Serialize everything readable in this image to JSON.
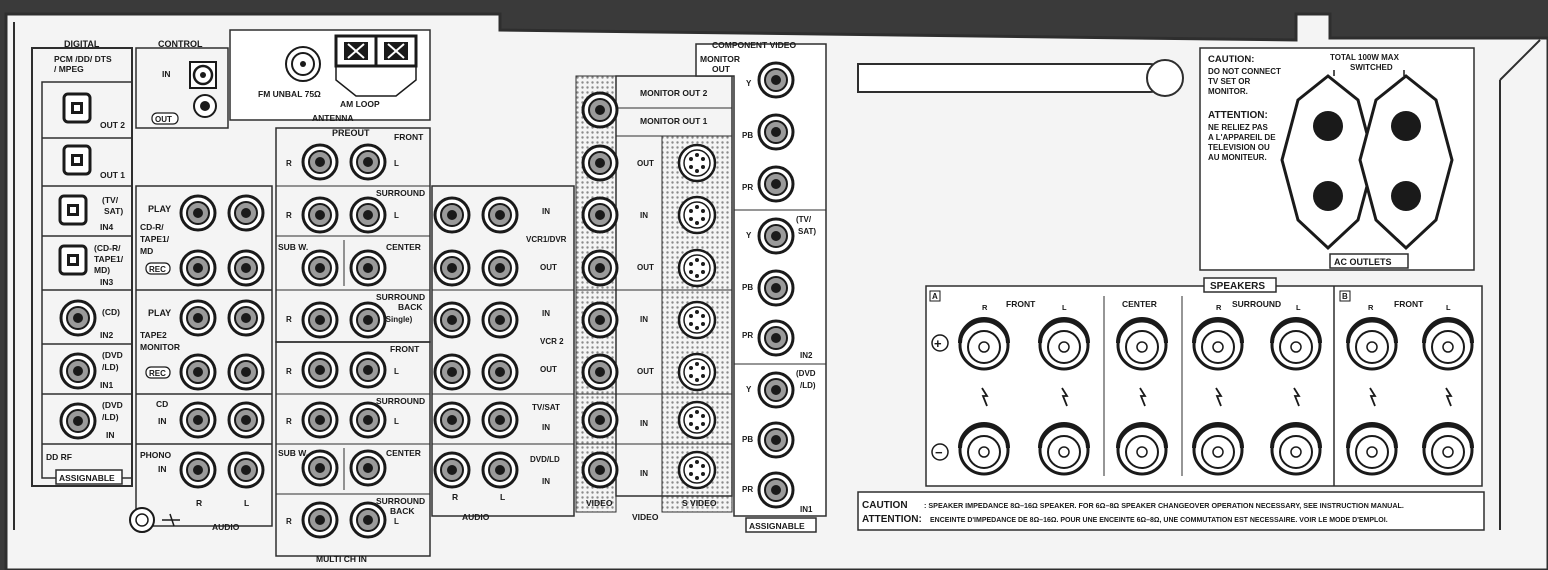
{
  "digital": {
    "title": "DIGITAL",
    "formats_line1": "PCM /DD/ DTS",
    "formats_line2": "/ MPEG",
    "out2": "OUT 2",
    "out1": "OUT 1",
    "tv_sat_1": "(TV/",
    "tv_sat_2": "SAT)",
    "in4": "IN4",
    "cdr_1": "(CD-R/",
    "cdr_2": "TAPE1/",
    "cdr_3": "MD)",
    "in3": "IN3",
    "cd": "(CD)",
    "in2": "IN2",
    "dvd_1": "(DVD",
    "dvd_2": "/LD)",
    "in1": "IN1",
    "dvd_b1": "(DVD",
    "dvd_b2": "/LD)",
    "in_plain": "IN",
    "dd_rf": "DD RF",
    "assignable": "ASSIGNABLE"
  },
  "control": {
    "title": "CONTROL",
    "in": "IN",
    "out": "OUT"
  },
  "antenna": {
    "fm": "FM UNBAL 75Ω",
    "am_loop": "AM LOOP",
    "title": "ANTENNA"
  },
  "preout": {
    "title": "PREOUT",
    "front": "FRONT",
    "surround": "SURROUND",
    "sub_w": "SUB W.",
    "center": "CENTER",
    "surround_back_1": "SURROUND",
    "surround_back_2": "BACK",
    "l_single": "L (Single)",
    "r": "R",
    "l": "L"
  },
  "multich": {
    "title": "MULTI CH IN",
    "front": "FRONT",
    "surround": "SURROUND",
    "sub_w": "SUB W.",
    "center": "CENTER",
    "surround_back_1": "SURROUND",
    "surround_back_2": "BACK",
    "r": "R",
    "l": "L"
  },
  "audio_left": {
    "play1": "PLAY",
    "cdr_1": "CD-R/",
    "cdr_2": "TAPE1/",
    "cdr_3": "MD",
    "rec1": "REC",
    "play2": "PLAY",
    "tape2_1": "TAPE2",
    "tape2_2": "MONITOR",
    "rec2": "REC",
    "cd": "CD",
    "cd_in": "IN",
    "phono": "PHONO",
    "phono_in": "IN",
    "r": "R",
    "l": "L",
    "audio": "AUDIO"
  },
  "video": {
    "monitor_out2": "MONITOR OUT 2",
    "monitor_out1": "MONITOR OUT 1",
    "out": "OUT",
    "in": "IN",
    "vcr1_dvr": "VCR1/DVR",
    "vcr2": "VCR 2",
    "tv_sat": "TV/SAT",
    "dvd_ld": "DVD/LD",
    "video_label": "VIDEO",
    "svideo_label": "S VIDEO",
    "video_title": "VIDEO",
    "audio_title": "AUDIO",
    "r": "R",
    "l": "L"
  },
  "component": {
    "title": "COMPONENT VIDEO",
    "monitor_1": "MONITOR",
    "monitor_2": "OUT",
    "y": "Y",
    "pb": "PB",
    "pr": "PR",
    "tv_sat_1": "(TV/",
    "tv_sat_2": "SAT)",
    "in2": "IN2",
    "dvd_1": "(DVD",
    "dvd_2": "/LD)",
    "in1": "IN1",
    "assignable": "ASSIGNABLE"
  },
  "caution_box": {
    "caution": "CAUTION:",
    "c1": "DO NOT CONNECT",
    "c2": "TV SET OR",
    "c3": "MONITOR.",
    "attention": "ATTENTION:",
    "a1": "NE RELIEZ PAS",
    "a2": "A L'APPAREIL DE",
    "a3": "TELEVISION OU",
    "a4": "AU MONITEUR.",
    "total_1": "TOTAL 100W MAX",
    "total_2": "SWITCHED",
    "ac_outlets": "AC OUTLETS"
  },
  "speakers": {
    "title": "SPEAKERS",
    "a": "A",
    "b": "B",
    "front": "FRONT",
    "center": "CENTER",
    "surround": "SURROUND",
    "r": "R",
    "l": "L",
    "plus": "+",
    "minus": "−",
    "caution_label": "CAUTION",
    "caution_text": ": SPEAKER IMPEDANCE 8Ω–16Ω SPEAKER. FOR 6Ω–8Ω SPEAKER CHANGEOVER OPERATION NECESSARY, SEE INSTRUCTION MANUAL.",
    "attention_label": "ATTENTION:",
    "attention_text": "ENCEINTE D'IMPEDANCE DE 8Ω–16Ω. POUR UNE ENCEINTE 6Ω–8Ω, UNE COMMUTATION EST NECESSAIRE. VOIR LE MODE D'EMPLOI."
  },
  "colors": {
    "panel": "#f4f4f4",
    "ink": "#1a1a1a",
    "jack": "#9a9a9a",
    "border": "#2e2e2e"
  }
}
